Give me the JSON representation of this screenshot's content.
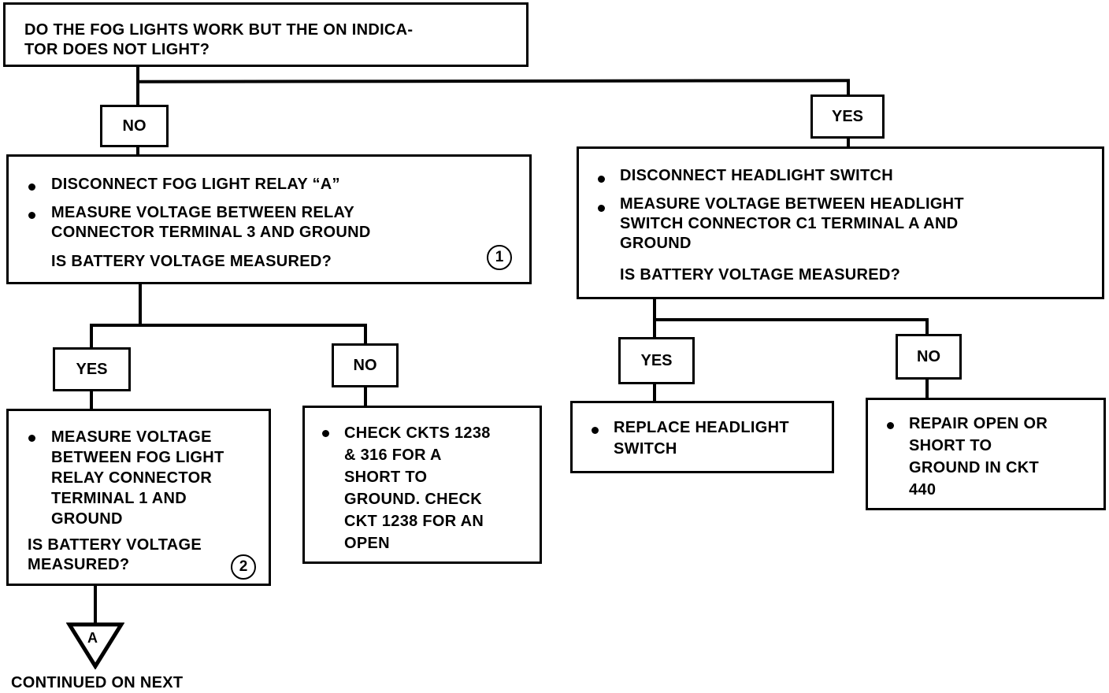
{
  "root": {
    "question": "DO THE FOG LIGHTS WORK BUT THE ON INDICA-\nTOR DOES NOT LIGHT?"
  },
  "left_branch": {
    "label": "NO",
    "step": {
      "bullets": [
        "DISCONNECT FOG LIGHT RELAY “A”",
        "MEASURE VOLTAGE BETWEEN RELAY\nCONNECTOR TERMINAL 3 AND GROUND"
      ],
      "question": "IS BATTERY VOLTAGE MEASURED?",
      "ref_number": "1"
    },
    "yes": {
      "label": "YES",
      "bullets": [
        "MEASURE VOLTAGE\nBETWEEN FOG LIGHT\nRELAY CONNECTOR\nTERMINAL 1 AND\nGROUND"
      ],
      "question": "IS BATTERY VOLTAGE\nMEASURED?",
      "ref_number": "2",
      "connector": {
        "letter": "A",
        "caption": "CONTINUED ON NEXT"
      }
    },
    "no": {
      "label": "NO",
      "bullets": [
        "CHECK CKTS 1238\n& 316 FOR A\nSHORT TO\nGROUND. CHECK\nCKT 1238 FOR AN\nOPEN"
      ]
    }
  },
  "right_branch": {
    "label": "YES",
    "step": {
      "bullets": [
        "DISCONNECT HEADLIGHT SWITCH",
        "MEASURE VOLTAGE BETWEEN HEADLIGHT\nSWITCH CONNECTOR C1 TERMINAL A AND\nGROUND"
      ],
      "question": "IS BATTERY VOLTAGE MEASURED?"
    },
    "yes": {
      "label": "YES",
      "bullets": [
        "REPLACE HEADLIGHT\nSWITCH"
      ]
    },
    "no": {
      "label": "NO",
      "bullets": [
        "REPAIR OPEN OR\nSHORT TO\nGROUND IN CKT\n440"
      ]
    }
  }
}
